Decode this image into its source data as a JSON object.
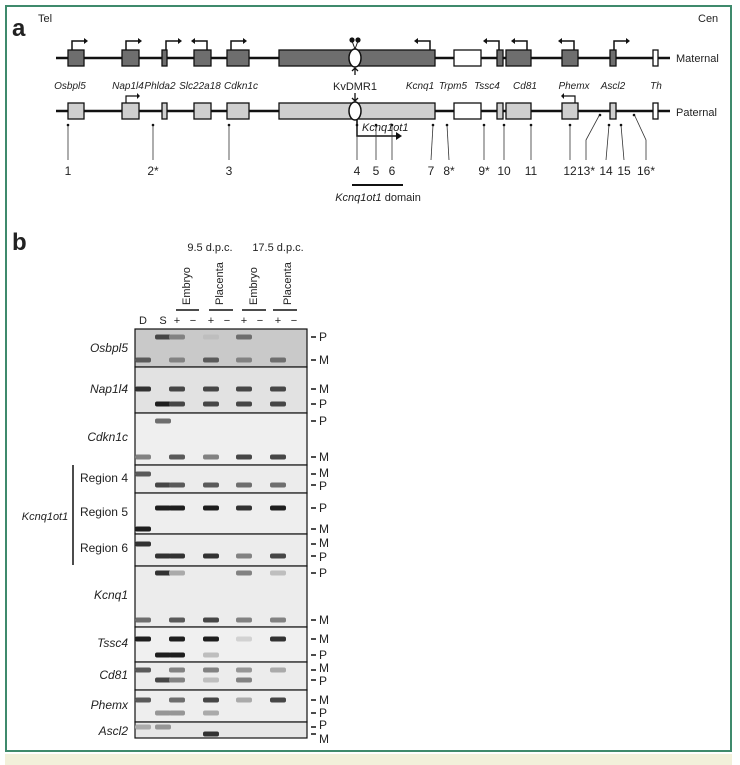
{
  "panel_a": {
    "label": "a",
    "tel": "Tel",
    "cen": "Cen",
    "maternal": "Maternal",
    "paternal": "Paternal",
    "kvdmr1": "KvDMR1",
    "kcnq1ot1_transcript": "Kcnq1ot1",
    "domain_gene": "Kcnq1ot1",
    "domain_word": "domain",
    "genes": [
      "Osbpl5",
      "Nap1l4",
      "Phlda2",
      "Slc22a18",
      "Cdkn1c",
      "Kcnq1",
      "Trpm5",
      "Tssc4",
      "Cd81",
      "Phemx",
      "Ascl2",
      "Th"
    ],
    "regions": [
      "1",
      "2*",
      "3",
      "4",
      "5",
      "6",
      "7",
      "8*",
      "9*",
      "10",
      "11",
      "12",
      "13*",
      "14",
      "15",
      "16*"
    ]
  },
  "panel_b": {
    "label": "b",
    "stage_1": "9.5 d.p.c.",
    "stage_2": "17.5 d.p.c.",
    "tissues": [
      "Embryo",
      "Placenta",
      "Embryo",
      "Placenta"
    ],
    "lanes": [
      "D",
      "S",
      "+",
      "−",
      "+",
      "−",
      "+",
      "−",
      "+",
      "−"
    ],
    "group_label": "Kcnq1ot1",
    "panels": [
      {
        "name": "Osbpl5",
        "italic": true,
        "order": [
          "P",
          "M"
        ],
        "bands": {
          "P": [
            0,
            0.8,
            0.5,
            0,
            0.2,
            0,
            0.6,
            0,
            0,
            0
          ],
          "M": [
            0.7,
            0,
            0.5,
            0,
            0.7,
            0,
            0.5,
            0,
            0.6,
            0
          ]
        }
      },
      {
        "name": "Nap1l4",
        "italic": true,
        "order": [
          "M",
          "P"
        ],
        "bands": {
          "M": [
            0.9,
            0,
            0.8,
            0,
            0.8,
            0,
            0.8,
            0,
            0.8,
            0
          ],
          "P": [
            0,
            1,
            0.8,
            0,
            0.8,
            0,
            0.8,
            0,
            0.8,
            0
          ]
        }
      },
      {
        "name": "Cdkn1c",
        "italic": true,
        "order": [
          "P",
          "M"
        ],
        "bands": {
          "P": [
            0,
            0.6,
            0,
            0,
            0,
            0,
            0,
            0,
            0,
            0
          ],
          "M": [
            0.5,
            0,
            0.7,
            0,
            0.5,
            0,
            0.8,
            0,
            0.8,
            0
          ]
        }
      },
      {
        "name": "Region 4",
        "italic": false,
        "order": [
          "M",
          "P"
        ],
        "bands": {
          "M": [
            0.7,
            0,
            0,
            0,
            0,
            0,
            0,
            0,
            0,
            0
          ],
          "P": [
            0,
            0.8,
            0.7,
            0,
            0.7,
            0,
            0.6,
            0,
            0.6,
            0
          ]
        }
      },
      {
        "name": "Region 5",
        "italic": false,
        "order": [
          "P",
          "M"
        ],
        "bands": {
          "P": [
            0,
            1,
            1,
            0,
            1,
            0,
            0.9,
            0,
            1,
            0
          ],
          "M": [
            1,
            0,
            0,
            0,
            0,
            0,
            0,
            0,
            0,
            0
          ]
        }
      },
      {
        "name": "Region 6",
        "italic": false,
        "order": [
          "M",
          "P"
        ],
        "bands": {
          "M": [
            0.9,
            0,
            0,
            0,
            0,
            0,
            0,
            0,
            0,
            0
          ],
          "P": [
            0,
            0.9,
            0.9,
            0,
            0.9,
            0,
            0.5,
            0,
            0.8,
            0
          ]
        }
      },
      {
        "name": "Kcnq1",
        "italic": true,
        "order": [
          "P",
          "M"
        ],
        "bands": {
          "P": [
            0,
            0.9,
            0.3,
            0,
            0,
            0,
            0.5,
            0,
            0.2,
            0
          ],
          "M": [
            0.6,
            0,
            0.7,
            0,
            0.8,
            0,
            0.5,
            0,
            0.5,
            0
          ]
        }
      },
      {
        "name": "Tssc4",
        "italic": true,
        "order": [
          "M",
          "P"
        ],
        "bands": {
          "M": [
            1,
            0,
            1,
            0,
            1,
            0,
            0.1,
            0,
            0.9,
            0
          ],
          "P": [
            0,
            1,
            1,
            0,
            0.2,
            0,
            0,
            0,
            0,
            0
          ]
        }
      },
      {
        "name": "Cd81",
        "italic": true,
        "order": [
          "M",
          "P"
        ],
        "bands": {
          "M": [
            0.7,
            0,
            0.5,
            0,
            0.5,
            0,
            0.4,
            0,
            0.3,
            0
          ],
          "P": [
            0,
            0.8,
            0.5,
            0,
            0.2,
            0,
            0.5,
            0,
            0,
            0
          ]
        }
      },
      {
        "name": "Phemx",
        "italic": true,
        "order": [
          "M",
          "P"
        ],
        "bands": {
          "M": [
            0.7,
            0,
            0.6,
            0,
            0.8,
            0,
            0.3,
            0,
            0.8,
            0
          ],
          "P": [
            0,
            0.4,
            0.4,
            0,
            0.3,
            0,
            0,
            0,
            0,
            0
          ]
        }
      },
      {
        "name": "Ascl2",
        "italic": true,
        "order": [
          "P",
          "M"
        ],
        "bands": {
          "P": [
            0.3,
            0.4,
            0,
            0,
            0,
            0,
            0,
            0,
            0,
            0
          ],
          "M": [
            0,
            0,
            0,
            0,
            0.9,
            0,
            0,
            0,
            0,
            0
          ]
        }
      }
    ]
  },
  "colors": {
    "frame": "#3f8a6c",
    "maternal_box": "#6e6e6e",
    "paternal_box": "#cfcfcf"
  }
}
